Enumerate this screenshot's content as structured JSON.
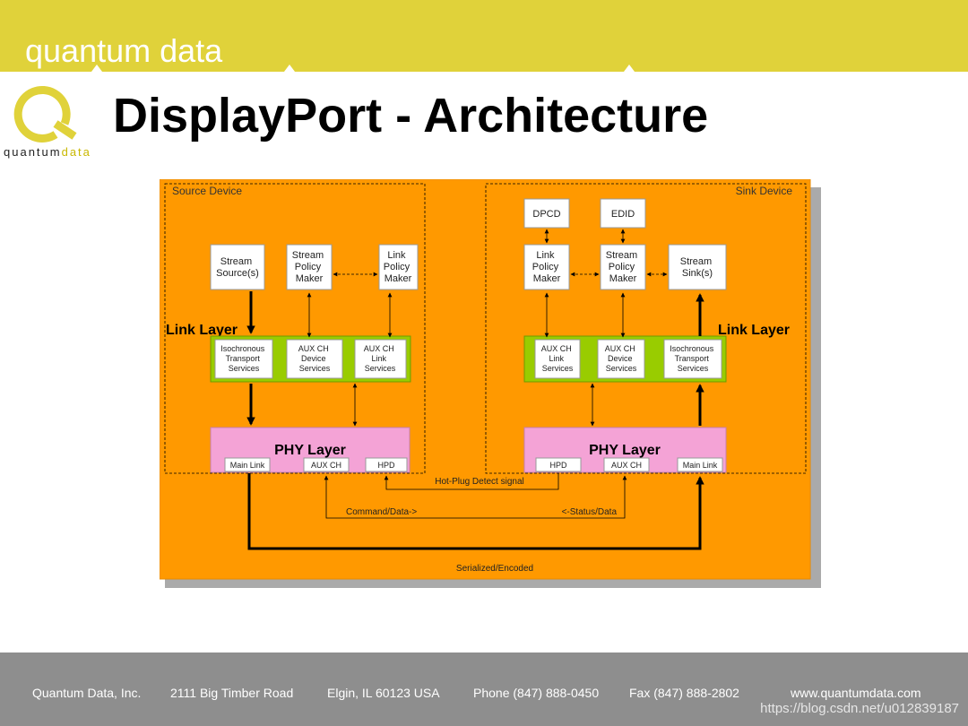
{
  "header": {
    "brand": "quantum data",
    "title": "DisplayPort - Architecture"
  },
  "logo": {
    "text_main": "quantum",
    "text_accent": "data",
    "colors": {
      "ring": "#e0d23a",
      "accent": "#c9b800"
    }
  },
  "diagram": {
    "source_label": "Source Device",
    "sink_label": "Sink Device",
    "source": {
      "stream_source": [
        "Stream",
        "Source(s)"
      ],
      "stream_policy_maker": [
        "Stream",
        "Policy",
        "Maker"
      ],
      "link_policy_maker": [
        "Link",
        "Policy",
        "Maker"
      ],
      "link_layer": "Link Layer",
      "iso_transport": [
        "Isochronous",
        "Transport",
        "Services"
      ],
      "aux_device": [
        "AUX CH",
        "Device",
        "Services"
      ],
      "aux_link": [
        "AUX CH",
        "Link",
        "Services"
      ],
      "phy_layer": "PHY Layer",
      "main_link": "Main Link",
      "aux_ch": "AUX CH",
      "hpd": "HPD"
    },
    "sink": {
      "dpcd": "DPCD",
      "edid": "EDID",
      "link_policy_maker": [
        "Link",
        "Policy",
        "Maker"
      ],
      "stream_policy_maker": [
        "Stream",
        "Policy",
        "Maker"
      ],
      "stream_sink": [
        "Stream",
        "Sink(s)"
      ],
      "link_layer": "Link Layer",
      "aux_link": [
        "AUX CH",
        "Link",
        "Services"
      ],
      "aux_device": [
        "AUX CH",
        "Device",
        "Services"
      ],
      "iso_transport": [
        "Isochronous",
        "Transport",
        "Services"
      ],
      "phy_layer": "PHY Layer",
      "hpd": "HPD",
      "aux_ch": "AUX CH",
      "main_link": "Main Link"
    },
    "signals": {
      "hot_plug": "Hot-Plug Detect signal",
      "command": "Command/Data->",
      "status": "<-Status/Data",
      "serialized": "Serialized/Encoded"
    },
    "colors": {
      "background": "#ff9900",
      "link_layer_band": "#99cc00",
      "phy_layer": "#f4a3d6",
      "box": "#ffffff"
    }
  },
  "footer": {
    "company": "Quantum Data, Inc.",
    "address": "2111 Big Timber Road",
    "city": "Elgin, IL 60123  USA",
    "phone": "Phone (847) 888-0450",
    "fax": "Fax (847) 888-2802",
    "website": "www.quantumdata.com",
    "watermark": "https://blog.csdn.net/u012839187"
  }
}
